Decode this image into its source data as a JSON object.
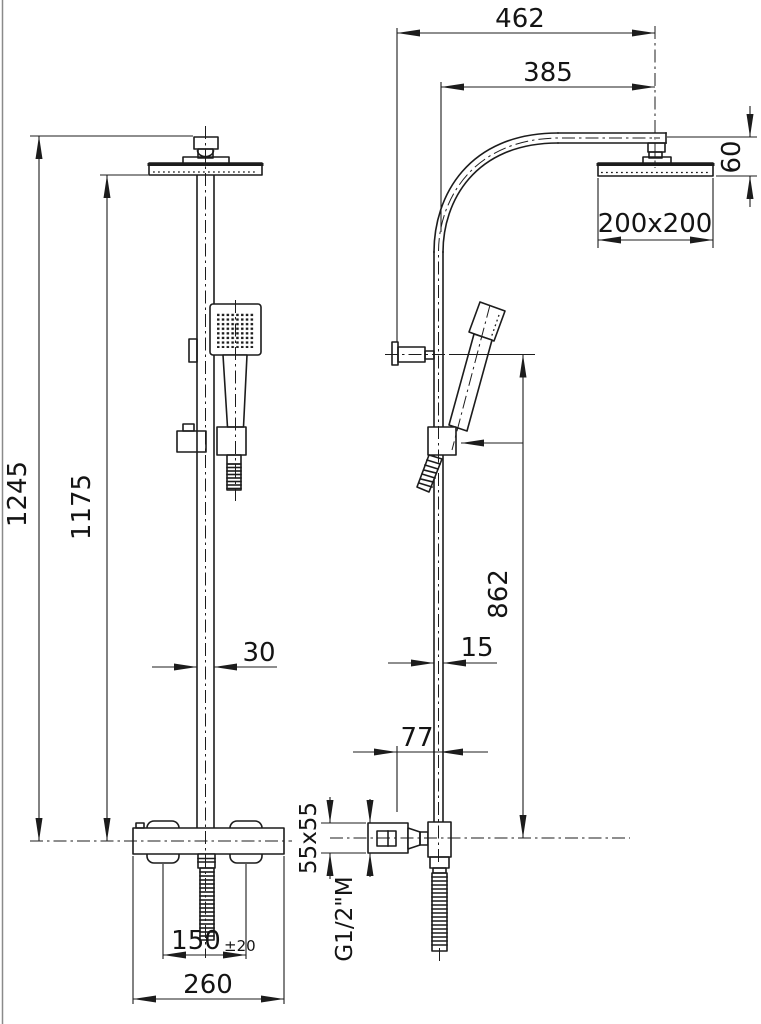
{
  "drawing": {
    "type": "shower-column-technical-drawing",
    "line_color": "#1c1c1c",
    "background": "#ffffff"
  },
  "dims": {
    "overall_height": "1245",
    "head_underside_height": "1175",
    "column_width": "30",
    "connection_spacing": "150",
    "connection_tolerance": "±20",
    "mixer_width": "260",
    "arm_reach_wall": "462",
    "arm_reach_column": "385",
    "head_drop": "60",
    "head_size": "200x200",
    "column_depth": "15",
    "bracket_height": "862",
    "wall_offset": "77",
    "body_profile": "55x55",
    "thread": "G1/2\"M"
  }
}
